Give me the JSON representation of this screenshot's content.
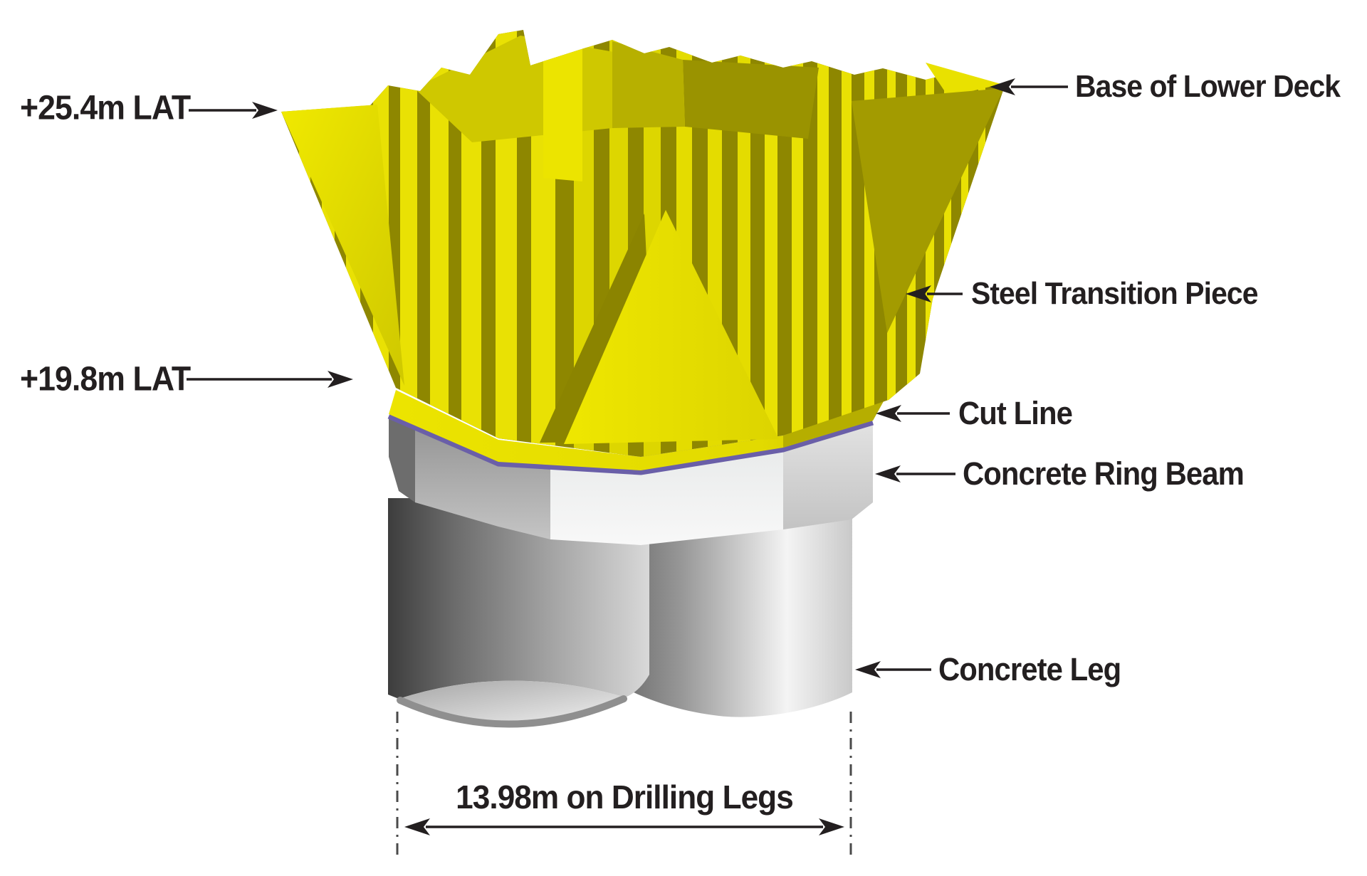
{
  "title": "Offshore platform — steel transition piece and concrete leg diagram",
  "labels": {
    "elevation_upper": "+25.4m LAT",
    "base_of_lower_deck": "Base of Lower Deck",
    "steel_transition_piece": "Steel Transition Piece",
    "elevation_lower": "+19.8m LAT",
    "cut_line": "Cut Line",
    "concrete_ring_beam": "Concrete Ring Beam",
    "concrete_leg": "Concrete Leg",
    "dimension_drilling_legs": "13.98m on Drilling Legs"
  },
  "colors": {
    "steel_yellow_bright": "#e9e104",
    "steel_yellow_mid": "#c9c200",
    "steel_olive_dark": "#8e8700",
    "cut_line_purple": "#6a5fa8",
    "concrete_light": "#f2f2f2",
    "concrete_mid": "#9f9f9f",
    "concrete_dark": "#3d3d3d",
    "ink": "#231f20"
  }
}
